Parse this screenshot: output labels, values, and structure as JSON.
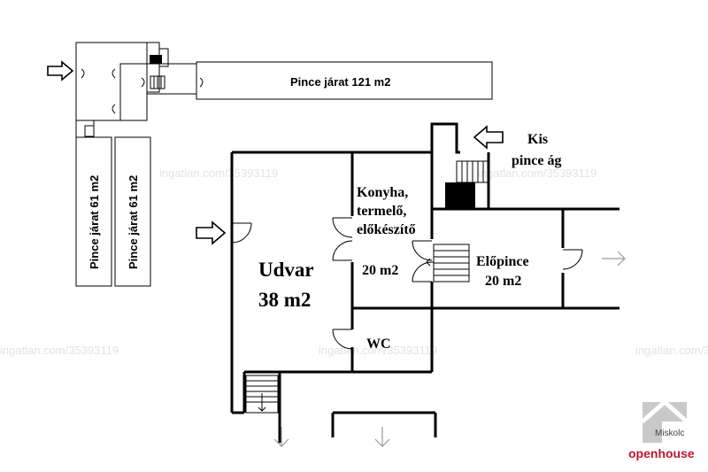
{
  "rooms": {
    "pince_jarat_main": "Pince járat 121 m2",
    "pince_jarat_a": "Pince járat 61 m2",
    "pince_jarat_b": "Pince járat 61 m2",
    "udvar_line1": "Udvar",
    "udvar_line2": "38 m2",
    "konyha_line1": "Konyha,",
    "konyha_line2": "termelő,",
    "konyha_line3": "előkészítő",
    "konyha_area": "20 m2",
    "elopince_line1": "Előpince",
    "elopince_line2": "20 m2",
    "wc": "WC",
    "kis_line1": "Kis",
    "kis_line2": "pince ág"
  },
  "watermark": "ingatlan.com/35393119",
  "logo": {
    "city": "Miskolc",
    "brand": "openhouse",
    "brand_color": "#c0152f",
    "icon": "house-icon"
  }
}
